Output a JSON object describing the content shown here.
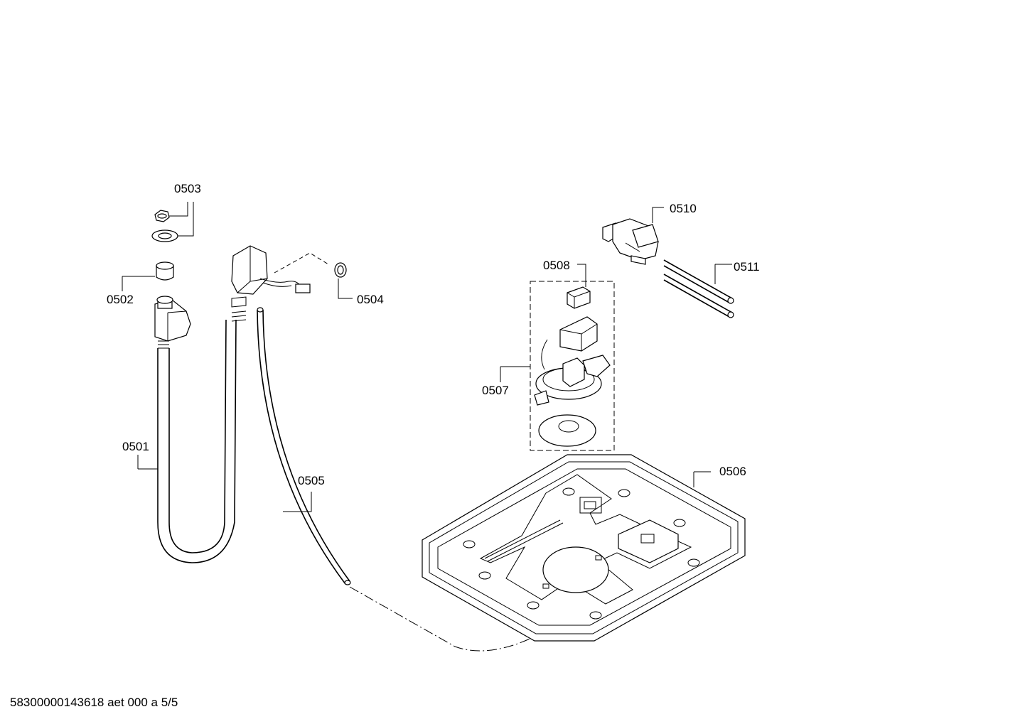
{
  "parts": [
    {
      "id": "0501"
    },
    {
      "id": "0502"
    },
    {
      "id": "0503"
    },
    {
      "id": "0504"
    },
    {
      "id": "0505"
    },
    {
      "id": "0506"
    },
    {
      "id": "0507"
    },
    {
      "id": "0508"
    },
    {
      "id": "0510"
    },
    {
      "id": "0511"
    }
  ],
  "footer": {
    "text": "58300000143618 aet 000 a 5/5"
  }
}
